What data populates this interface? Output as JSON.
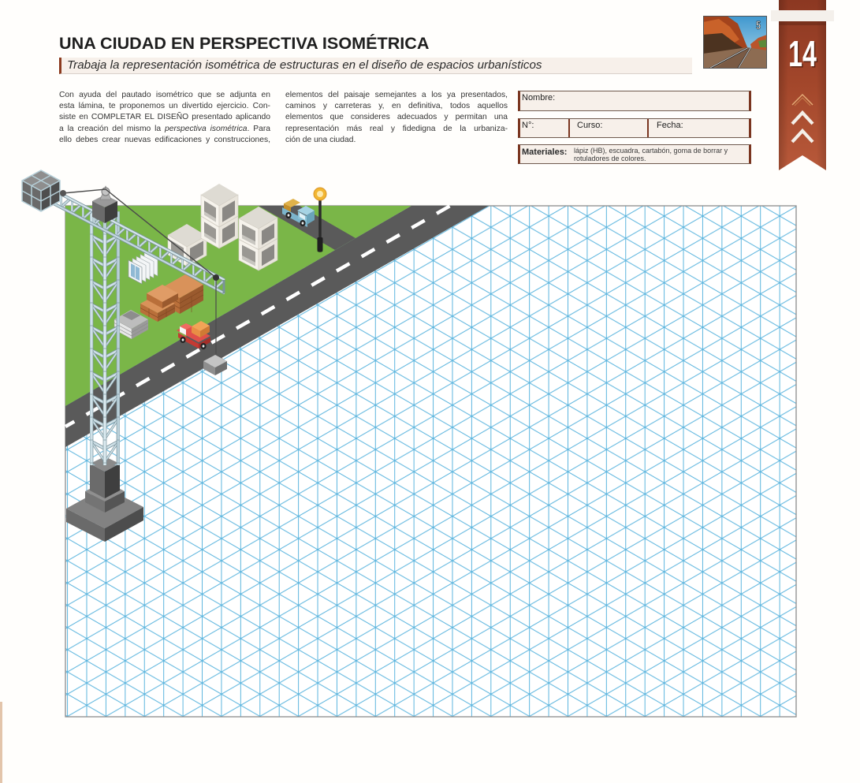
{
  "header": {
    "title": "UNA CIUDAD EN PERSPECTIVA ISOMÉTRICA",
    "subtitle": "Trabaja la representación isométrica de estructuras en el diseño de espacios urbanísticos"
  },
  "intro": {
    "col1": [
      "Con ayuda del pautado isométrico que se adjunta en",
      "esta lámina, te proponemos un divertido ejercicio. Con-",
      "siste en COMPLETAR EL DISEÑO presentado aplicando",
      {
        "pre": "a la creación del mismo la ",
        "em": "perspectiva isométrica",
        "post": ". Para"
      },
      "ello debes crear nuevas edificaciones y construcciones,"
    ],
    "col2": [
      "elementos del paisaje semejantes a los ya presentados,",
      "caminos y carreteras y, en definitiva, todos aquellos",
      "elementos que consideres adecuados y permitan una",
      "representación más real y fidedigna de la urbaniza-",
      "ción de una ciudad."
    ]
  },
  "form": {
    "name_label": "Nombre:",
    "name_value": "",
    "number_label": "N°:",
    "number_value": "",
    "course_label": "Curso:",
    "course_value": "",
    "date_label": "Fecha:",
    "date_value": "",
    "materials_label": "Materiales:",
    "materials_lines": [
      "lápiz (HB), escuadra, cartabón, goma de borrar y",
      "rotuladores de colores."
    ]
  },
  "thumbnail": {
    "badge": "5",
    "icon": "railway-landscape-photo"
  },
  "ribbon": {
    "number": "14",
    "icon": "chevrons-up-icon"
  },
  "illustration": {
    "scene_items": [
      "isometric-grid",
      "tower-crane",
      "main-road",
      "side-road",
      "grass-area",
      "white-buildings",
      "blue-truck",
      "street-lamp",
      "window-panels",
      "brick-stacks",
      "concrete-blocks",
      "red-truck",
      "hook-load"
    ]
  },
  "colors": {
    "accent_brown": "#8b3a1e",
    "ribbon": "#a3472b",
    "subtitle_bg": "#f7f0ea",
    "grass": "#7ab648",
    "road": "#5a5a5a",
    "grid_line": "#5cb5de"
  }
}
